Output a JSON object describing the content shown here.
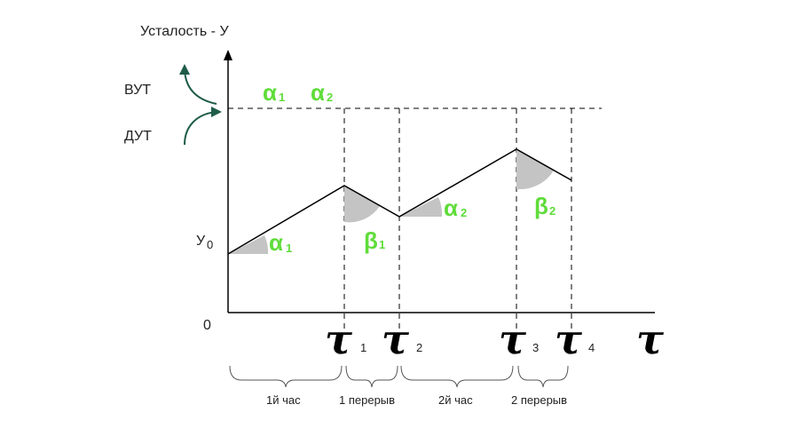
{
  "axis": {
    "y_title": "Усталость - У",
    "origin": "0",
    "y0_label": "У",
    "y0_sub": "0"
  },
  "levels": {
    "high": "ВУТ",
    "low": "ДУТ"
  },
  "greek": {
    "alpha": "α",
    "beta": "β",
    "sub1": "1",
    "sub2": "2"
  },
  "tau": {
    "symbol": "τ",
    "sub1": "1",
    "sub2": "2",
    "sub3": "3",
    "sub4": "4"
  },
  "periods": [
    {
      "label": "1й час"
    },
    {
      "label": "1 перерыв"
    },
    {
      "label": "2й час"
    },
    {
      "label": "2 перерыв"
    }
  ],
  "colors": {
    "green": "#5fdc3a",
    "arrow": "#1f5c4a",
    "sector": "#c4c4c4"
  }
}
